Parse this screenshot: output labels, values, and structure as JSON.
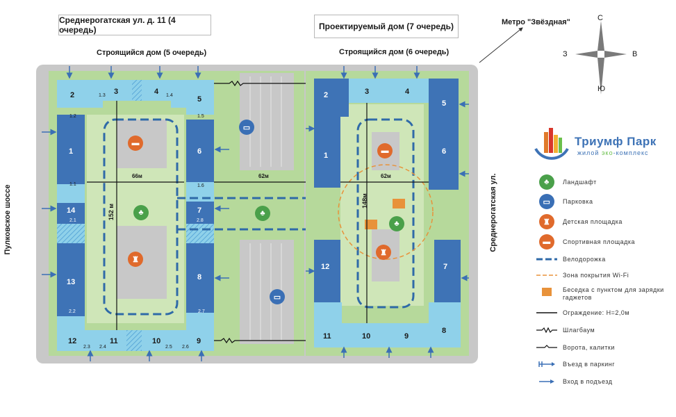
{
  "top_labels": {
    "address_4": "Среднерогатская ул. д. 11 (4 очередь)",
    "projected_7": "Проектируемый дом (7 очередь)",
    "metro": "Метро \"Звёздная\"",
    "under_construction_5": "Строящийся дом (5 очередь)",
    "under_construction_6": "Строящийся дом (6 очередь)"
  },
  "compass": {
    "n": "С",
    "s": "Ю",
    "w": "З",
    "e": "В"
  },
  "streets": {
    "left": "Пулковское шоссе",
    "right": "Среднерогатская ул."
  },
  "left_block": {
    "sections": [
      "1",
      "2",
      "3",
      "4",
      "5",
      "6",
      "7",
      "8",
      "9",
      "10",
      "11",
      "12",
      "13",
      "14"
    ],
    "entrances": [
      "1.1",
      "1.2",
      "1.3",
      "1.4",
      "1.5",
      "1.6",
      "2.1",
      "2.2",
      "2.3",
      "2.4",
      "2.5",
      "2.6",
      "2.7",
      "2.8"
    ],
    "dim_width": "66м",
    "dim_height": "152 м"
  },
  "middle": {
    "dim_width": "62м"
  },
  "right_block": {
    "sections": [
      "1",
      "2",
      "3",
      "4",
      "5",
      "6",
      "7",
      "8",
      "9",
      "10",
      "11",
      "12"
    ],
    "dim_width": "62м",
    "dim_height": "148м"
  },
  "logo": {
    "name": "Триумф Парк",
    "tagline_1": "жилой",
    "tagline_2": "эко",
    "tagline_3": "-комплекс"
  },
  "legend": [
    {
      "icon": "tree-icon",
      "label": "Ландшафт"
    },
    {
      "icon": "car-icon",
      "label": "Парковка"
    },
    {
      "icon": "castle-icon",
      "label": "Детская площадка"
    },
    {
      "icon": "dumbbell-icon",
      "label": "Спортивная площадка"
    },
    {
      "icon": "bike-path-line",
      "label": "Велодорожка"
    },
    {
      "icon": "wifi-zone-line",
      "label": "Зона покрытия Wi-Fi"
    },
    {
      "icon": "gazebo-square",
      "label": "Беседка с пунктом для зарядки гаджетов"
    },
    {
      "icon": "fence-line",
      "label": "Ограждение: Н=2,0м"
    },
    {
      "icon": "barrier-line",
      "label": "Шлагбаум"
    },
    {
      "icon": "gate-line",
      "label": "Ворота, калитки"
    },
    {
      "icon": "parking-entry-icon",
      "label": "Въезд в паркинг"
    },
    {
      "icon": "entrance-arrow-icon",
      "label": "Вход в подъезд"
    }
  ],
  "colors": {
    "ground": "#c8c8c8",
    "lawn": "#b6d99b",
    "lawn_light": "#cfe6b8",
    "building_dark": "#3e73b6",
    "building_light": "#8fd1ea",
    "bike_path": "#2f6aa8",
    "wifi": "#e8923a",
    "accent_orange": "#e07a2a"
  }
}
